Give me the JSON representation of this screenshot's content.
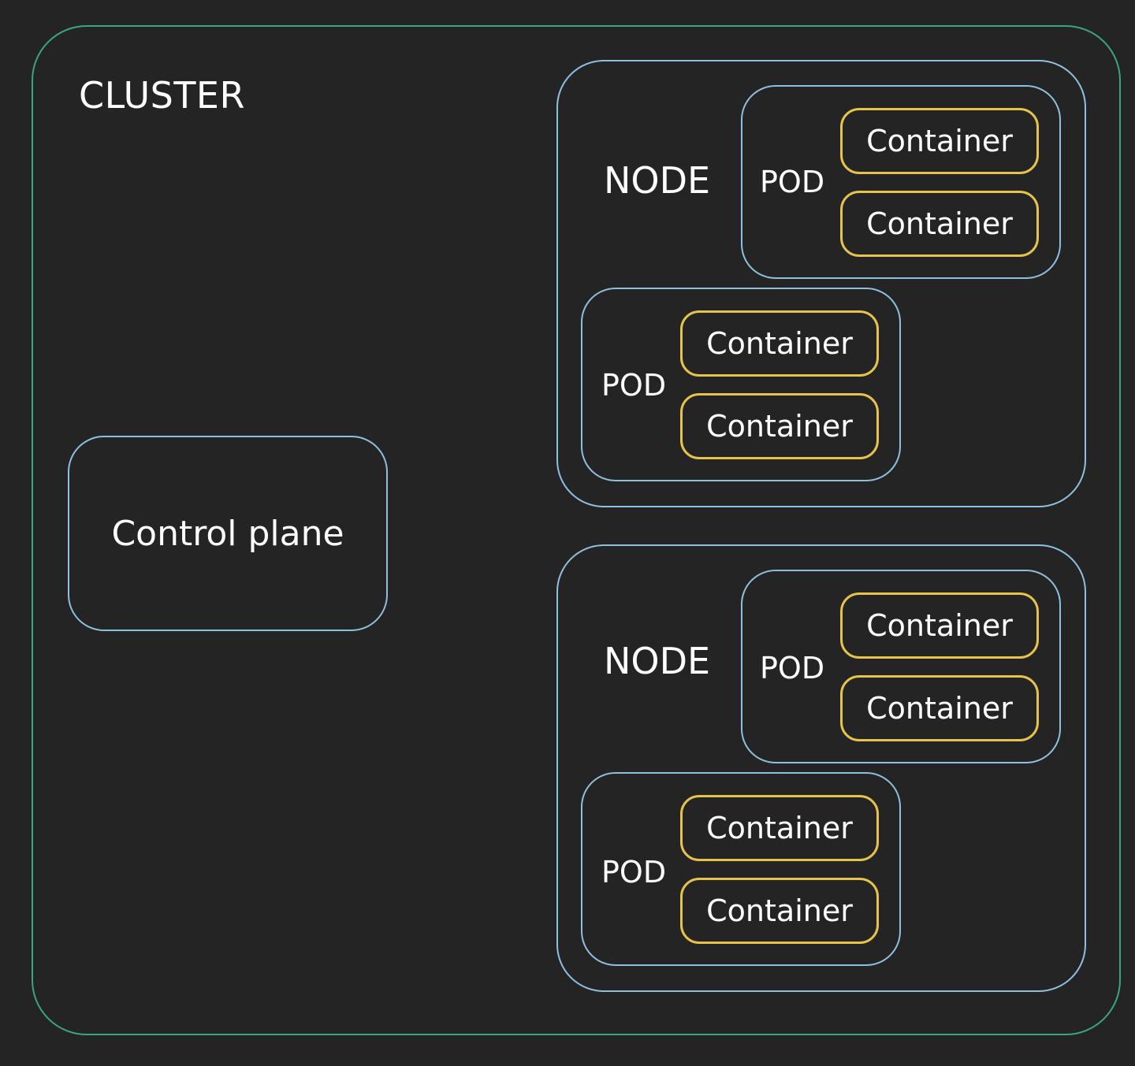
{
  "cluster": {
    "label": "CLUSTER",
    "control_plane": {
      "label": "Control plane"
    },
    "nodes": [
      {
        "label": "NODE",
        "pods": [
          {
            "label": "POD",
            "containers": [
              "Container",
              "Container"
            ]
          },
          {
            "label": "POD",
            "containers": [
              "Container",
              "Container"
            ]
          }
        ]
      },
      {
        "label": "NODE",
        "pods": [
          {
            "label": "POD",
            "containers": [
              "Container",
              "Container"
            ]
          },
          {
            "label": "POD",
            "containers": [
              "Container",
              "Container"
            ]
          }
        ]
      }
    ]
  },
  "colors": {
    "background": "#242424",
    "cluster_border": "#3aa57f",
    "node_pod_border": "#8ec0e0",
    "container_border": "#e6c34a",
    "text": "#ffffff"
  }
}
